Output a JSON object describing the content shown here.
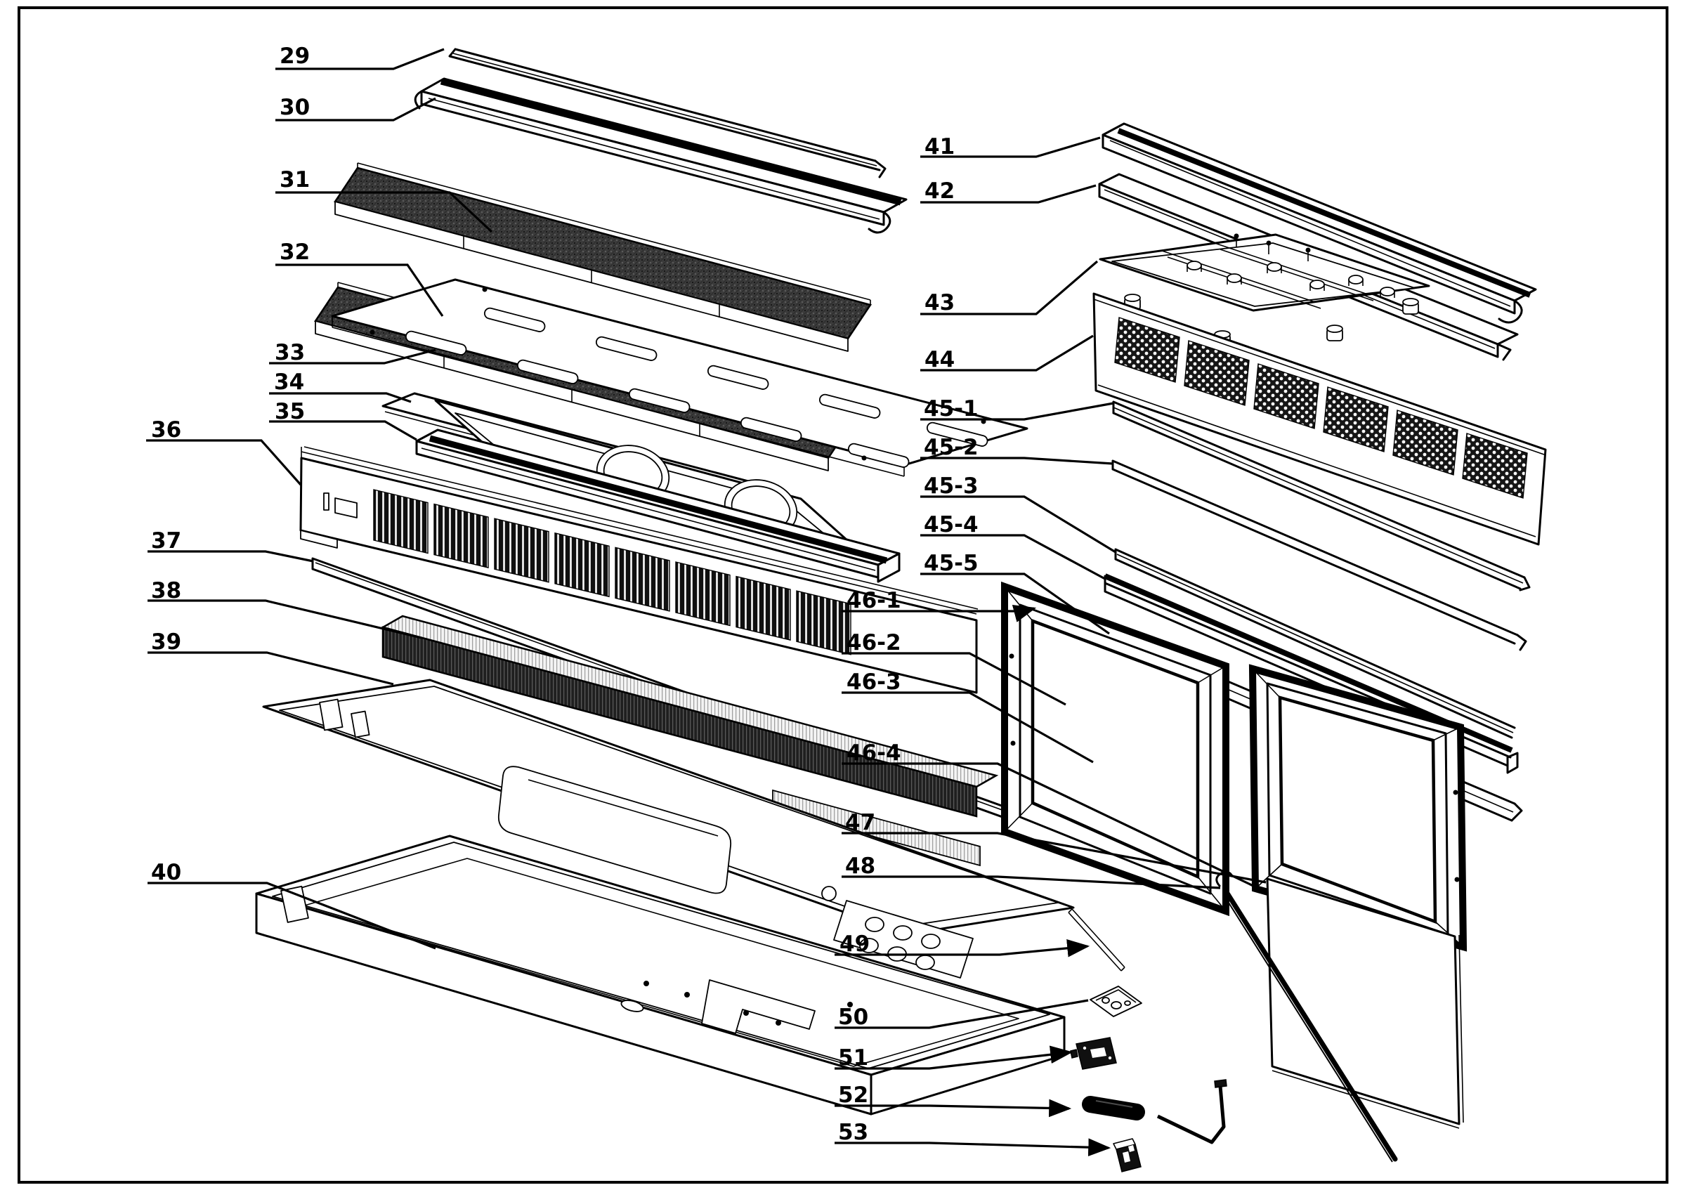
{
  "figure": {
    "kind": "exploded-parts-diagram",
    "background_color": "#ffffff",
    "line_color": "#000000",
    "mesh_fill_color": "#3b3b3b",
    "vent_fill_color": "#101010"
  },
  "part_labels": [
    "29",
    "30",
    "31",
    "32",
    "33",
    "34",
    "35",
    "36",
    "37",
    "38",
    "39",
    "40",
    "41",
    "42",
    "43",
    "44",
    "45-1",
    "45-2",
    "45-3",
    "45-4",
    "45-5",
    "46-1",
    "46-2",
    "46-3",
    "46-4",
    "47",
    "48",
    "49",
    "50",
    "51",
    "52",
    "53"
  ]
}
